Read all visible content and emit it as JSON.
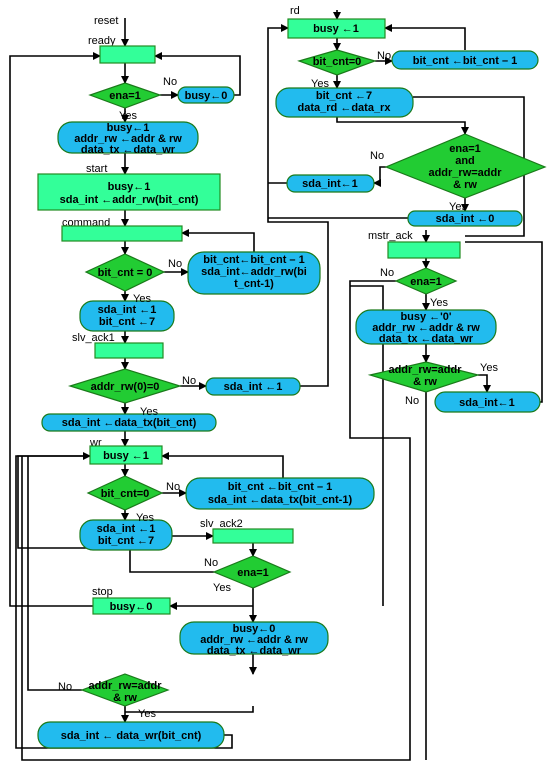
{
  "states": {
    "reset": "reset",
    "ready": "ready",
    "start": "start",
    "command": "command",
    "slv_ack1": "slv_ack1",
    "wr": "wr",
    "slv_ack2": "slv_ack2",
    "stop": "stop",
    "rd": "rd",
    "mstr_ack": "mstr_ack"
  },
  "left": {
    "ena_q": "ena=1",
    "busy0_ready": "busy←0",
    "load1": "busy←1",
    "load2": "addr_rw ←addr & rw",
    "load3": "data_tx ←data_wr",
    "start1": "busy←1",
    "start2": "sda_int ←addr_rw(bit_cnt)",
    "bitcnt_q": "bit_cnt = 0",
    "cmd_a1": "bit_cnt←bit_cnt – 1",
    "cmd_a2": "sda_int←addr_rw(bi",
    "cmd_a3": "t_cnt-1)",
    "cmd_b1": "sda_int ←1",
    "cmd_b2": "bit_cnt ←7",
    "addrrw_q": "addr_rw(0)=0",
    "ack1_a": "sda_int ←1",
    "ack1_b": "sda_int ←data_tx(bit_cnt)",
    "wr_busy": "busy ←1",
    "wr_q": "bit_cnt=0",
    "wr_a1": "bit_cnt ←bit_cnt – 1",
    "wr_a2": "sda_int ←data_tx(bit_cnt-1)",
    "wr_b1": "sda_int ←1",
    "wr_b2": "bit_cnt ←7",
    "ack2_q": "ena=1",
    "stop_busy": "busy←0",
    "ack2_a1": "busy←0",
    "ack2_a2": "addr_rw ←addr & rw",
    "ack2_a3": "data_tx ←data_wr",
    "ack2_q2a": "addr_rw=addr",
    "ack2_q2b": "& rw",
    "ack2_b": "sda_int ← data_wr(bit_cnt)"
  },
  "right": {
    "rd_busy": "busy ←1",
    "rd_q": "bit_cnt=0",
    "rd_a": "bit_cnt ←bit_cnt – 1",
    "rd_b1": "bit_cnt ←7",
    "rd_b2": "data_rd ←data_rx",
    "rd_q2a": "ena=1",
    "rd_q2b": "and",
    "rd_q2c": "addr_rw=addr",
    "rd_q2d": "& rw",
    "rd_c": "sda_int←1",
    "rd_d": "sda_int ←0",
    "ma_q": "ena=1",
    "ma_a1": "busy ←'0'",
    "ma_a2": "addr_rw ←addr & rw",
    "ma_a3": "data_tx ←data_wr",
    "ma_q2a": "addr_rw=addr",
    "ma_q2b": "& rw",
    "ma_b": "sda_int←1"
  },
  "yes": "Yes",
  "no": "No",
  "colors": {
    "state_box": "#33ff99",
    "decision": "#22cc33",
    "action": "#22bbee"
  }
}
